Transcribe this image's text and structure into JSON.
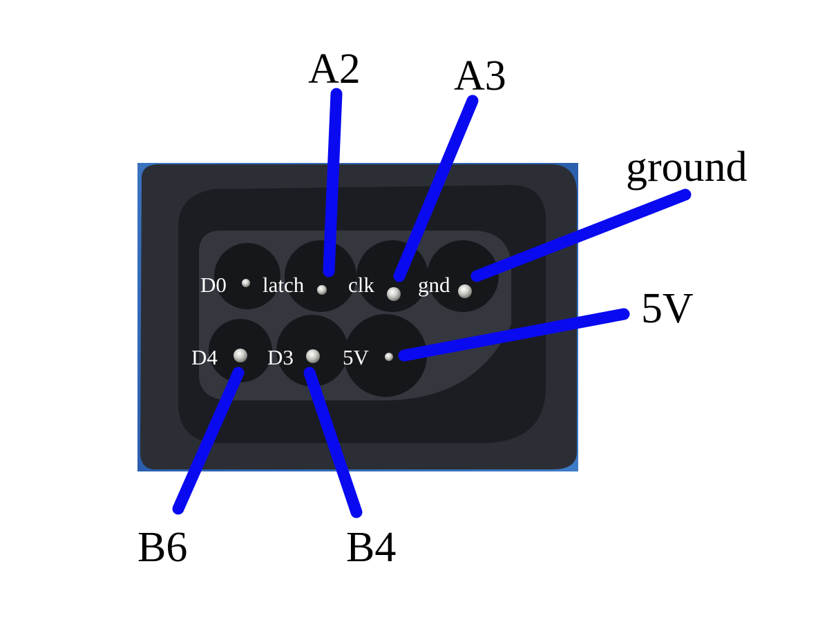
{
  "connector": {
    "pins_top": [
      "D0",
      "latch",
      "clk",
      "gnd"
    ],
    "pins_bottom": [
      "D4",
      "D3",
      "5V"
    ]
  },
  "wires": [
    {
      "pin": "latch",
      "target": "A2"
    },
    {
      "pin": "clk",
      "target": "A3"
    },
    {
      "pin": "gnd",
      "target": "ground"
    },
    {
      "pin": "5V",
      "target": "5V"
    },
    {
      "pin": "D4",
      "target": "B6"
    },
    {
      "pin": "D3",
      "target": "B4"
    }
  ],
  "colors": {
    "wire": "#0a0af0",
    "connector_body": "#2a2c33",
    "board_blue": "#2f67b5"
  }
}
